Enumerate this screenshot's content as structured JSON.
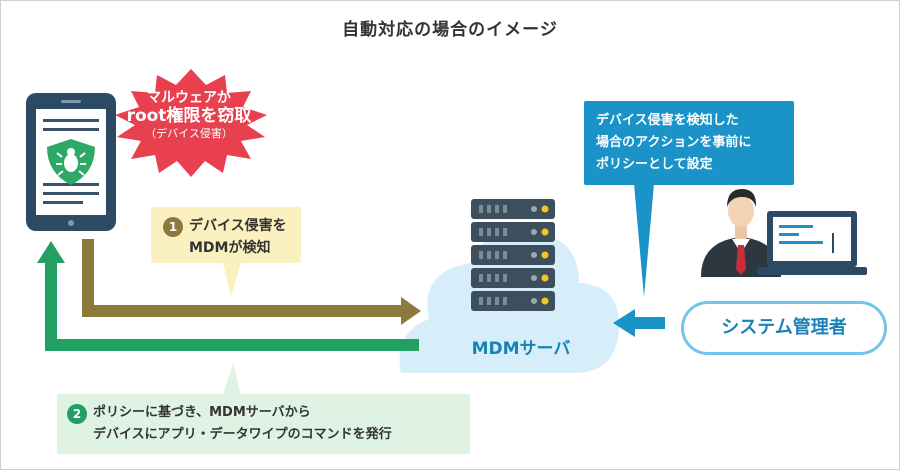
{
  "title": "自動対応の場合のイメージ",
  "burst": {
    "line1": "マルウェアが",
    "line2": "root権限を窃取",
    "line3": "（デバイス侵害）"
  },
  "step1": {
    "number": "1",
    "line1": "デバイス侵害を",
    "line2": "MDMが検知"
  },
  "step2": {
    "number": "2",
    "line1": "ポリシーに基づき、MDMサーバから",
    "line2": "デバイスにアプリ・データワイプのコマンドを発行"
  },
  "admin_callout": {
    "line1": "デバイス侵害を検知した",
    "line2": "場合のアクションを事前に",
    "line3": "ポリシーとして設定"
  },
  "server_label": "MDMサーバ",
  "admin_label": "システム管理者",
  "colors": {
    "olive_arrow": "#8b7a3c",
    "green_arrow": "#22a061",
    "blue": "#1a93c9",
    "burst_red": "#e8404f",
    "cloud": "#d6eef9"
  },
  "icons": [
    "tablet-icon",
    "shield-bug-icon",
    "server-icon",
    "admin-person-icon",
    "laptop-icon",
    "cloud-icon"
  ]
}
